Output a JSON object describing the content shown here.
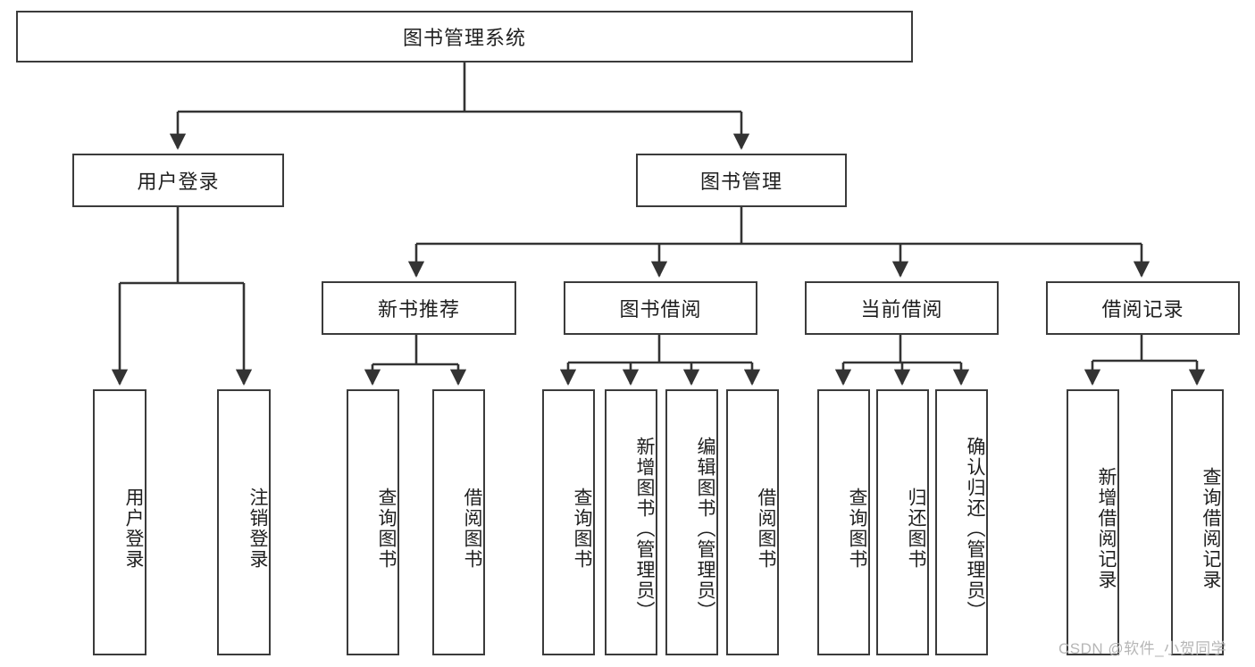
{
  "diagram": {
    "type": "hierarchy-tree",
    "title": "图书管理系统",
    "colors": {
      "box_border": "#3b3b3b",
      "box_fill": "#ffffff",
      "connector": "#333333",
      "text": "#1f1f1f",
      "watermark": "#b6b6b6",
      "background": "#ffffff"
    },
    "root": {
      "label": "图书管理系统"
    },
    "level2": [
      {
        "label": "用户登录"
      },
      {
        "label": "图书管理"
      }
    ],
    "level3": [
      {
        "label": "新书推荐"
      },
      {
        "label": "图书借阅"
      },
      {
        "label": "当前借阅"
      },
      {
        "label": "借阅记录"
      }
    ],
    "leaves": {
      "user_login": [
        {
          "label": "用户登录"
        },
        {
          "label": "注销登录"
        }
      ],
      "new_book_recommend": [
        {
          "label": "查询图书"
        },
        {
          "label": "借阅图书"
        }
      ],
      "book_borrow": [
        {
          "label": "查询图书"
        },
        {
          "label": "新增图书（管理员）"
        },
        {
          "label": "编辑图书（管理员）"
        },
        {
          "label": "借阅图书"
        }
      ],
      "current_borrow": [
        {
          "label": "查询图书"
        },
        {
          "label": "归还图书"
        },
        {
          "label": "确认归还（管理员）"
        }
      ],
      "borrow_records": [
        {
          "label": "新增借阅记录"
        },
        {
          "label": "查询借阅记录"
        }
      ]
    }
  },
  "watermark": {
    "text": "CSDN @软件_小贺同学"
  }
}
